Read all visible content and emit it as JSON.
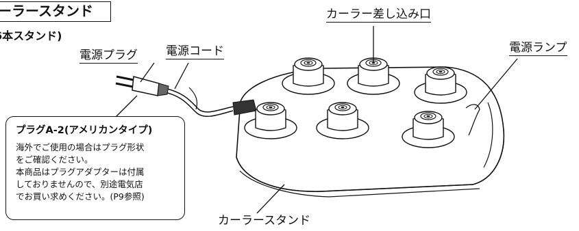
{
  "title": "ーラースタンド",
  "subtitle": "6本スタンド)",
  "labels": {
    "socket": "カーラー差し込み口",
    "plug": "電源プラグ",
    "cord": "電源コード",
    "lamp": "電源ランプ",
    "stand": "カーラースタンド"
  },
  "note": {
    "title": "プラグA-2(アメリカンタイプ)",
    "lines": [
      "海外でご使用の場合はプラグ形状",
      "をご確認ください。",
      "本商品はプラグアダプターは付属",
      "しておりませんので、別途電気店",
      "でお買い求めください。(P9参照)"
    ]
  }
}
